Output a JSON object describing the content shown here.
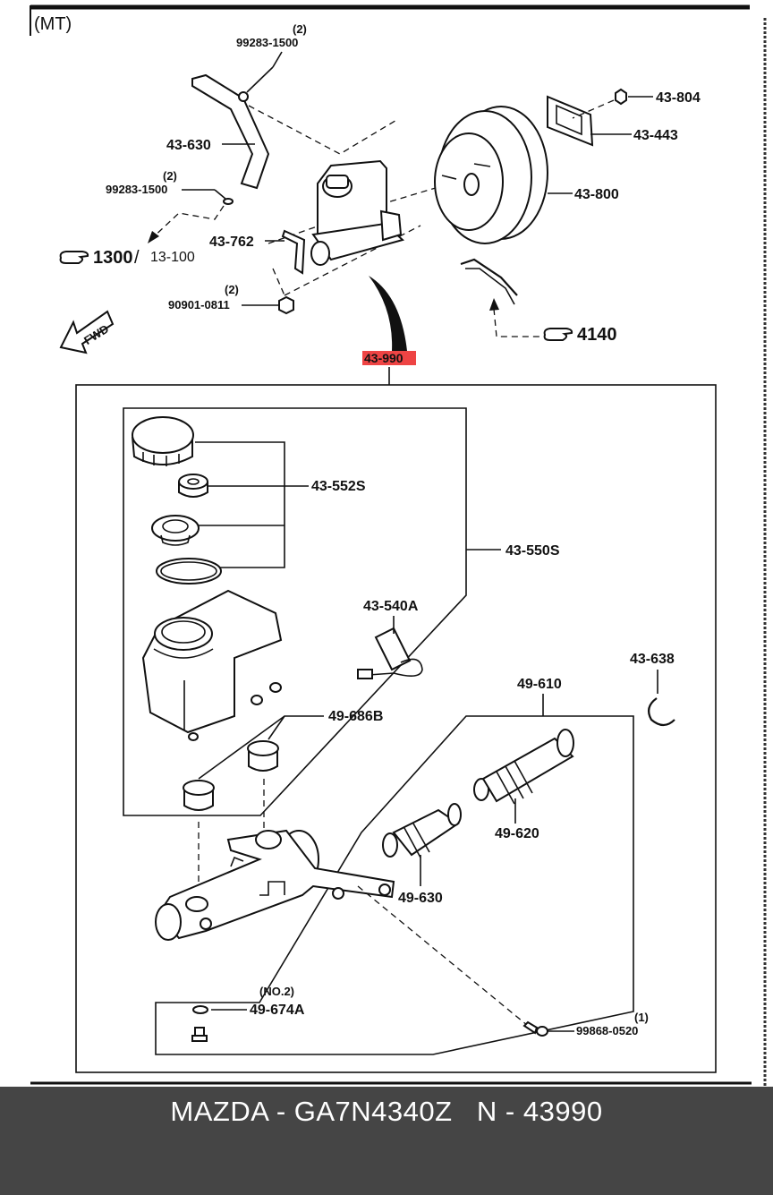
{
  "diagram": {
    "transmission_tag": "(MT)",
    "main_part_number": "43-990",
    "labels": {
      "hose": "43-630",
      "clip_top_qty": "(2)",
      "clip_top": "99283-1500",
      "clip_left_qty": "(2)",
      "clip_left": "99283-1500",
      "ref_1300": "1300",
      "ref_1300_sub": "13-100",
      "bracket": "43-762",
      "nut_qty": "(2)",
      "nut": "90901-0811",
      "fwd": "FWD",
      "ref_4140": "4140",
      "booster_nut": "43-804",
      "gasket": "43-443",
      "booster": "43-800",
      "cap_kit": "43-552S",
      "reservoir_kit": "43-550S",
      "sensor": "43-540A",
      "grommet": "49-686B",
      "snap_ring": "43-638",
      "piston_kit": "49-610",
      "spring_primary": "49-620",
      "spring_secondary": "49-630",
      "oring_note": "(NO.2)",
      "oring": "49-674A",
      "bolt_qty": "(1)",
      "bolt": "99868-0520"
    }
  },
  "footer": {
    "text": "MAZDA - GA7N4340Z   N - 43990"
  },
  "colors": {
    "footer_bg": "#454545",
    "footer_text": "#ffffff",
    "highlight": "#ee4444",
    "line": "#111111"
  }
}
